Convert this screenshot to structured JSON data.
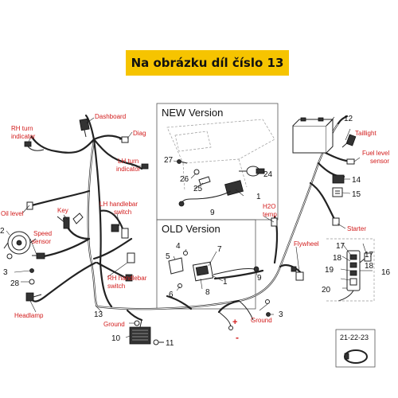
{
  "banner": "Na obrázku díl číslo 13",
  "boxes": {
    "new_version": "NEW Version",
    "old_version": "OLD Version",
    "inset": "21-22-23"
  },
  "labels": {
    "dashboard": "Dashboard",
    "diag": "Diag",
    "rh_turn_1": "RH turn",
    "rh_turn_2": "indicator",
    "lh_turn_1": "LH turn",
    "lh_turn_2": "indicator",
    "oil_level": "Oil level",
    "key": "Key",
    "lh_handlebar_1": "LH handlebar",
    "lh_handlebar_2": "switch",
    "speed_sensor_1": "Speed",
    "speed_sensor_2": "sensor",
    "rh_handlebar_1": "RH handlebar",
    "rh_handlebar_2": "switch",
    "headlamp": "Headlamp",
    "ground_left": "Ground",
    "ground_right": "Ground",
    "taillight": "Taillight",
    "fuel_level_1": "Fuel level",
    "fuel_level_2": "sensor",
    "h2o_1": "H2O",
    "h2o_2": "temp",
    "flywheel": "Flywheel",
    "starter": "Starter",
    "plus": "+",
    "minus": "-"
  },
  "numbers": {
    "n1a": "1",
    "n1b": "1",
    "n2": "2",
    "n3a": "3",
    "n3b": "3",
    "n4": "4",
    "n5": "5",
    "n6": "6",
    "n7": "7",
    "n8": "8",
    "n9a": "9",
    "n9b": "9",
    "n10": "10",
    "n11": "11",
    "n12": "12",
    "n13": "13",
    "n14": "14",
    "n15": "15",
    "n16": "16",
    "n17a": "17",
    "n17b": "17",
    "n18a": "18",
    "n18b": "18",
    "n19": "19",
    "n20": "20",
    "n24": "24",
    "n25": "25",
    "n26": "26",
    "n27": "27",
    "n28": "28"
  },
  "colors": {
    "banner_bg": "#f6c400",
    "label_red": "#d21b1b"
  }
}
